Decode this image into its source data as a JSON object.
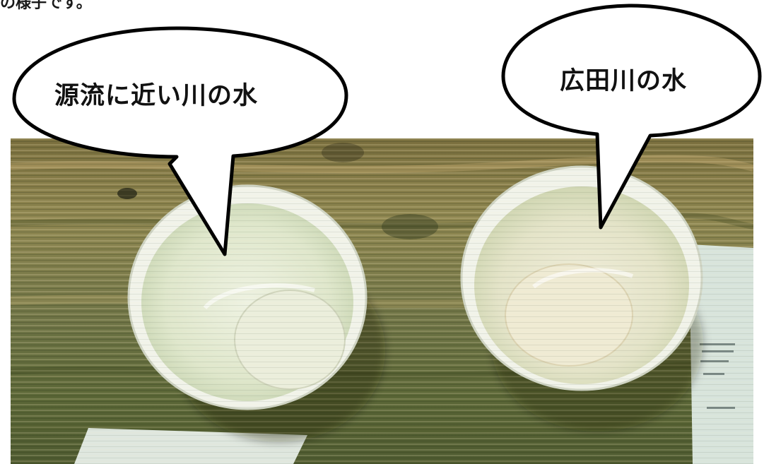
{
  "page": {
    "header_fragment": "の様子です。"
  },
  "bubbles": {
    "left_label": "源流に近い川の水",
    "right_label": "広田川の水"
  },
  "photo": {
    "description_icon": "photo-two-paper-cups-on-wooden-table"
  },
  "colors": {
    "wood_dark": "#5e6a3a",
    "wood_light": "#a0935e",
    "cup_rim": "#e8ece0",
    "water": "#dfe6cf",
    "bubble_stroke": "#000000",
    "bubble_fill": "#ffffff"
  }
}
